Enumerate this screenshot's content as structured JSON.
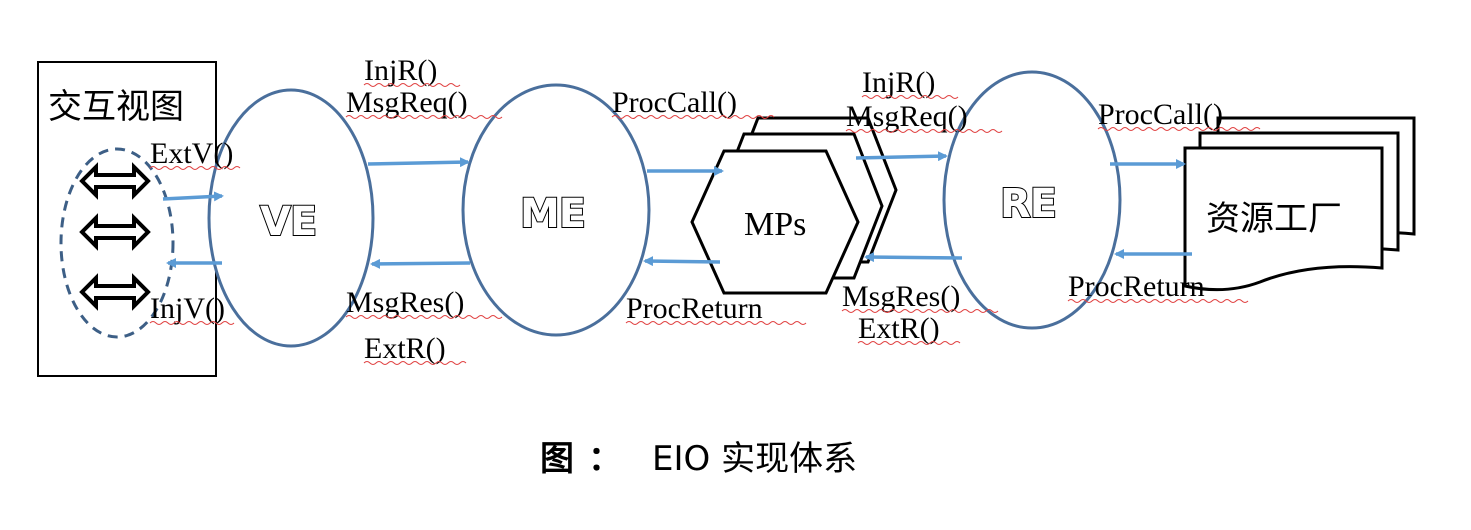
{
  "diagram": {
    "view_box_label": "交互视图",
    "nodes": {
      "ve": "VE",
      "me": "ME",
      "mps": "MPs",
      "re": "RE",
      "factory": "资源工厂"
    },
    "edges": {
      "ext_v": "ExtV()",
      "inj_v": "InjV()",
      "inj_r_1": "InjR()",
      "msg_req_1": "MsgReq()",
      "msg_res_1": "MsgRes()",
      "ext_r_1": "ExtR()",
      "proc_call_1": "ProcCall()",
      "proc_return_1": "ProcReturn",
      "inj_r_2": "InjR()",
      "msg_req_2": "MsgReq()",
      "msg_res_2": "MsgRes()",
      "ext_r_2": "ExtR()",
      "proc_call_2": "ProcCall()",
      "proc_return_2": "ProcReturn"
    },
    "colors": {
      "arrow": "#5b9bd5",
      "ellipse_stroke": "#4a6f9c",
      "dashed_ellipse": "#3d5f86"
    },
    "icons": [
      "double-arrow-icon",
      "double-arrow-icon",
      "double-arrow-icon"
    ]
  },
  "caption": {
    "prefix": "图",
    "separator": "：",
    "text": "EIO 实现体系"
  }
}
